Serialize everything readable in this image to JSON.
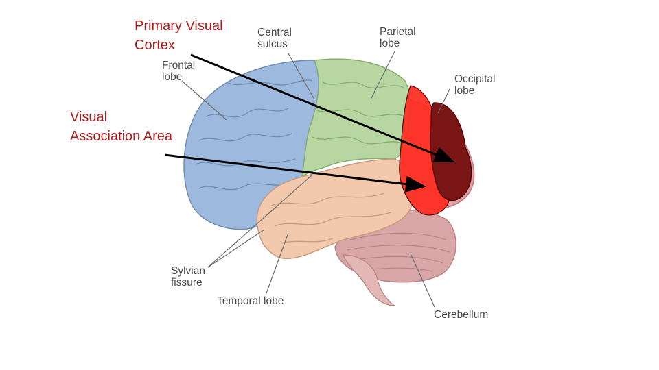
{
  "callouts": {
    "primary_visual_cortex": "Primary Visual\nCortex",
    "visual_association_area": "Visual\nAssociation Area"
  },
  "labels": {
    "central_sulcus": "Central\nsulcus",
    "parietal_lobe": "Parietal\nlobe",
    "frontal_lobe": "Frontal\nlobe",
    "occipital_lobe": "Occipital\nlobe",
    "sylvian_fissure": "Sylvian\nfissure",
    "temporal_lobe": "Temporal lobe",
    "cerebellum": "Cerebellum"
  },
  "colors": {
    "callout_text": "#b01c1c",
    "frontal": "#9db9dd",
    "parietal": "#b8d6a2",
    "temporal": "#f2c9ad",
    "cerebellum": "#d9a6a8",
    "occipital": "#e3a3a8",
    "association_area": "#ff2a1e",
    "primary_cortex": "#7a1515"
  }
}
